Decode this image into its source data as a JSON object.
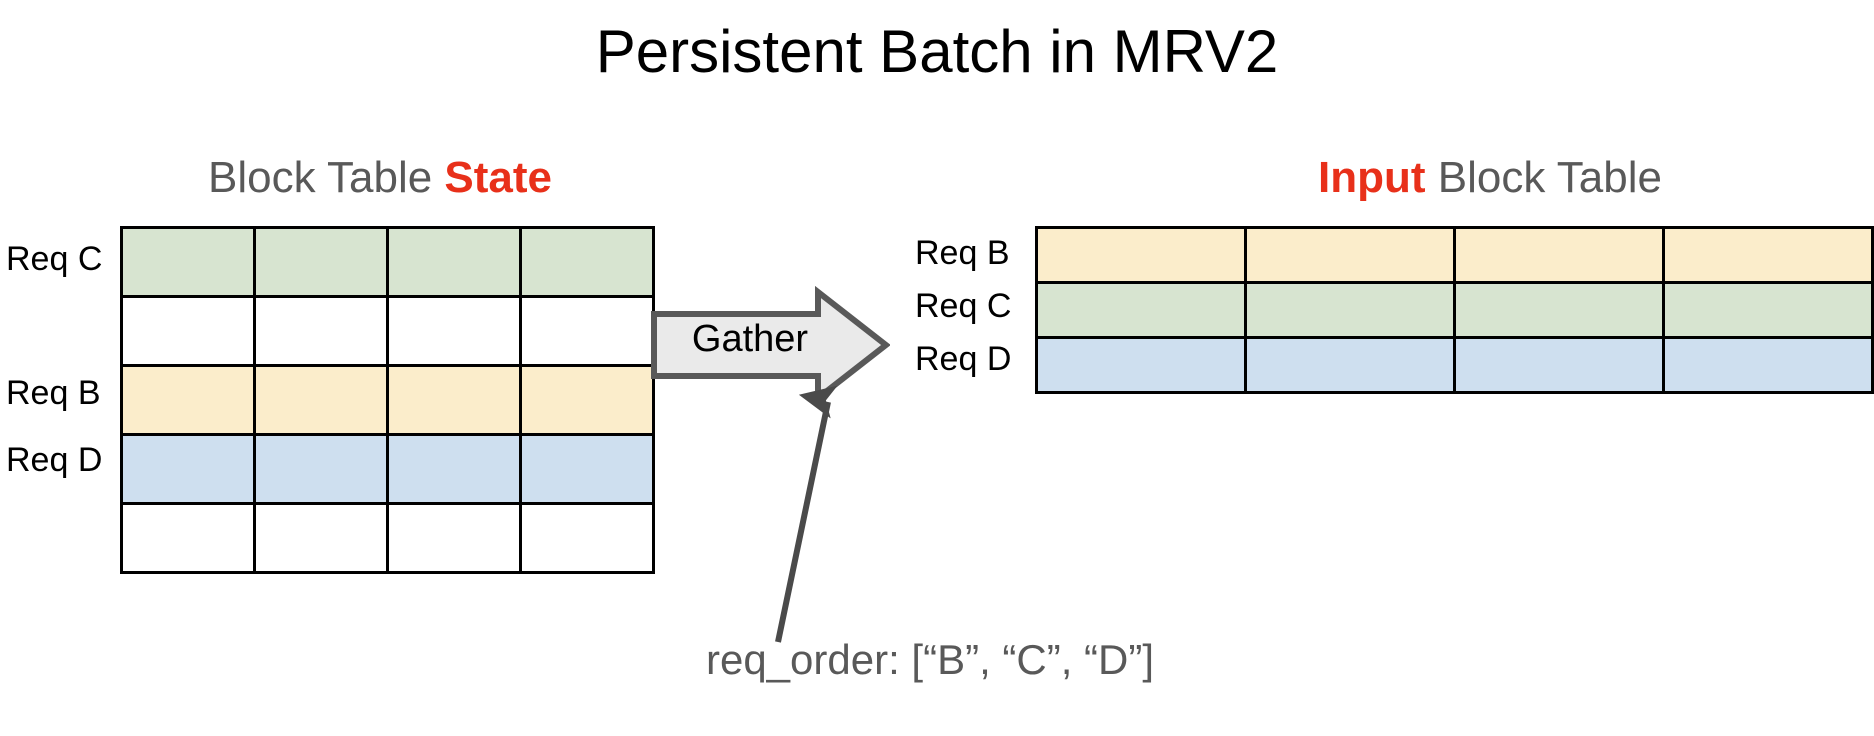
{
  "title": "Persistent Batch in MRV2",
  "colors": {
    "accent_red": "#e8301a",
    "heading_gray": "#595959",
    "cell_green": "#d7e4d0",
    "cell_yellow": "#fbedcb",
    "cell_blue": "#cedfef",
    "cell_empty": "#ffffff",
    "grid_line": "#000000",
    "arrow_fill": "#eaeaea",
    "arrow_stroke": "#595959",
    "connector_stroke": "#4a4a4a"
  },
  "left_panel": {
    "heading_prefix": "Block Table ",
    "heading_accent": "State",
    "rows": [
      {
        "label": "Req C",
        "color_key": "cell_green",
        "cells": 4
      },
      {
        "label": "",
        "color_key": "cell_empty",
        "cells": 4
      },
      {
        "label": "Req B",
        "color_key": "cell_yellow",
        "cells": 4
      },
      {
        "label": "Req D",
        "color_key": "cell_blue",
        "cells": 4
      },
      {
        "label": "",
        "color_key": "cell_empty",
        "cells": 4
      }
    ]
  },
  "right_panel": {
    "heading_accent": "Input",
    "heading_suffix": " Block Table",
    "rows": [
      {
        "label": "Req B",
        "color_key": "cell_yellow",
        "cells": 4
      },
      {
        "label": "Req C",
        "color_key": "cell_green",
        "cells": 4
      },
      {
        "label": "Req D",
        "color_key": "cell_blue",
        "cells": 4
      }
    ]
  },
  "gather": {
    "label": "Gather",
    "icon": "block-arrow-right-icon"
  },
  "connector": {
    "icon": "arrow-up-right-icon"
  },
  "caption": "req_order: [“B”, “C”, “D”]"
}
